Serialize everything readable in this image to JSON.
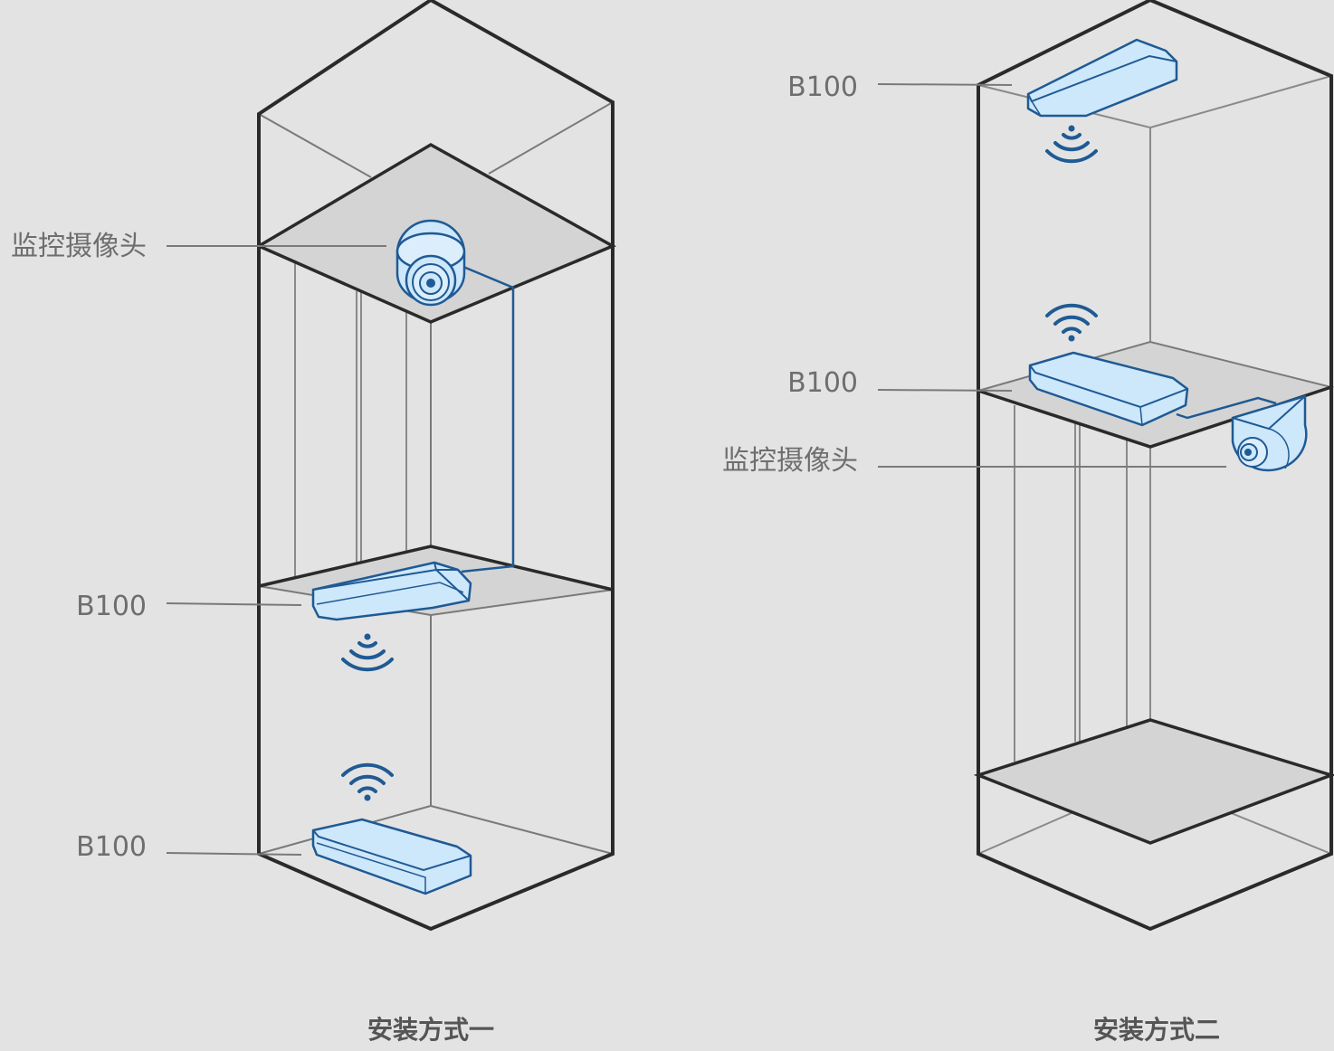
{
  "colors": {
    "background": "#e3e3e3",
    "shaft_outline": "#2a2a2a",
    "inner_line": "#7a7a7a",
    "floor_fill": "#d4d4d4",
    "device_fill": "#cde7fb",
    "device_stroke": "#1f5a94",
    "signal": "#1f5a94",
    "label_text": "#6e6e6e",
    "caption_text": "#555555"
  },
  "method_one": {
    "caption": "安装方式一",
    "camera_label": "监控摄像头",
    "car_device_label": "B100",
    "pit_device_label": "B100"
  },
  "method_two": {
    "caption": "安装方式二",
    "top_device_label": "B100",
    "car_device_label": "B100",
    "camera_label": "监控摄像头"
  },
  "icons": [
    "dome-camera-icon",
    "b100-device-icon",
    "wifi-signal-icon"
  ]
}
